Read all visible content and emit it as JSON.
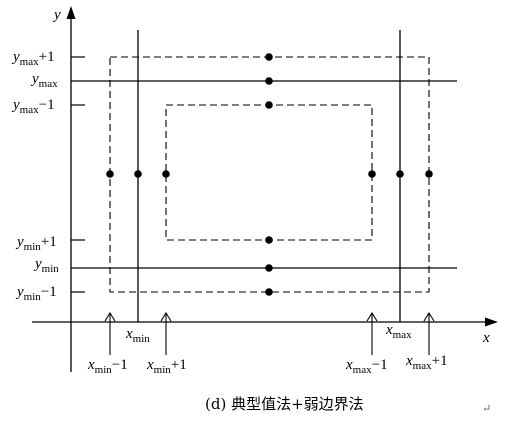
{
  "axes": {
    "x_label": "x",
    "y_label": "y"
  },
  "y_labels": {
    "ymax_plus": {
      "var": "y",
      "sub": "max",
      "suffix": "+1"
    },
    "ymax": {
      "var": "y",
      "sub": "max",
      "suffix": ""
    },
    "ymax_minus": {
      "var": "y",
      "sub": "max",
      "suffix": "−1"
    },
    "ymin_plus": {
      "var": "y",
      "sub": "min",
      "suffix": "+1"
    },
    "ymin": {
      "var": "y",
      "sub": "min",
      "suffix": ""
    },
    "ymin_minus": {
      "var": "y",
      "sub": "min",
      "suffix": "−1"
    }
  },
  "x_labels": {
    "xmin": {
      "var": "x",
      "sub": "min",
      "suffix": ""
    },
    "xmin_minus": {
      "var": "x",
      "sub": "min",
      "suffix": "−1"
    },
    "xmin_plus": {
      "var": "x",
      "sub": "min",
      "suffix": "+1"
    },
    "xmax": {
      "var": "x",
      "sub": "max",
      "suffix": ""
    },
    "xmax_minus": {
      "var": "x",
      "sub": "max",
      "suffix": "−1"
    },
    "xmax_plus": {
      "var": "x",
      "sub": "max",
      "suffix": "+1"
    }
  },
  "caption": "(d) 典型值法+弱边界法",
  "return_mark": "↵"
}
